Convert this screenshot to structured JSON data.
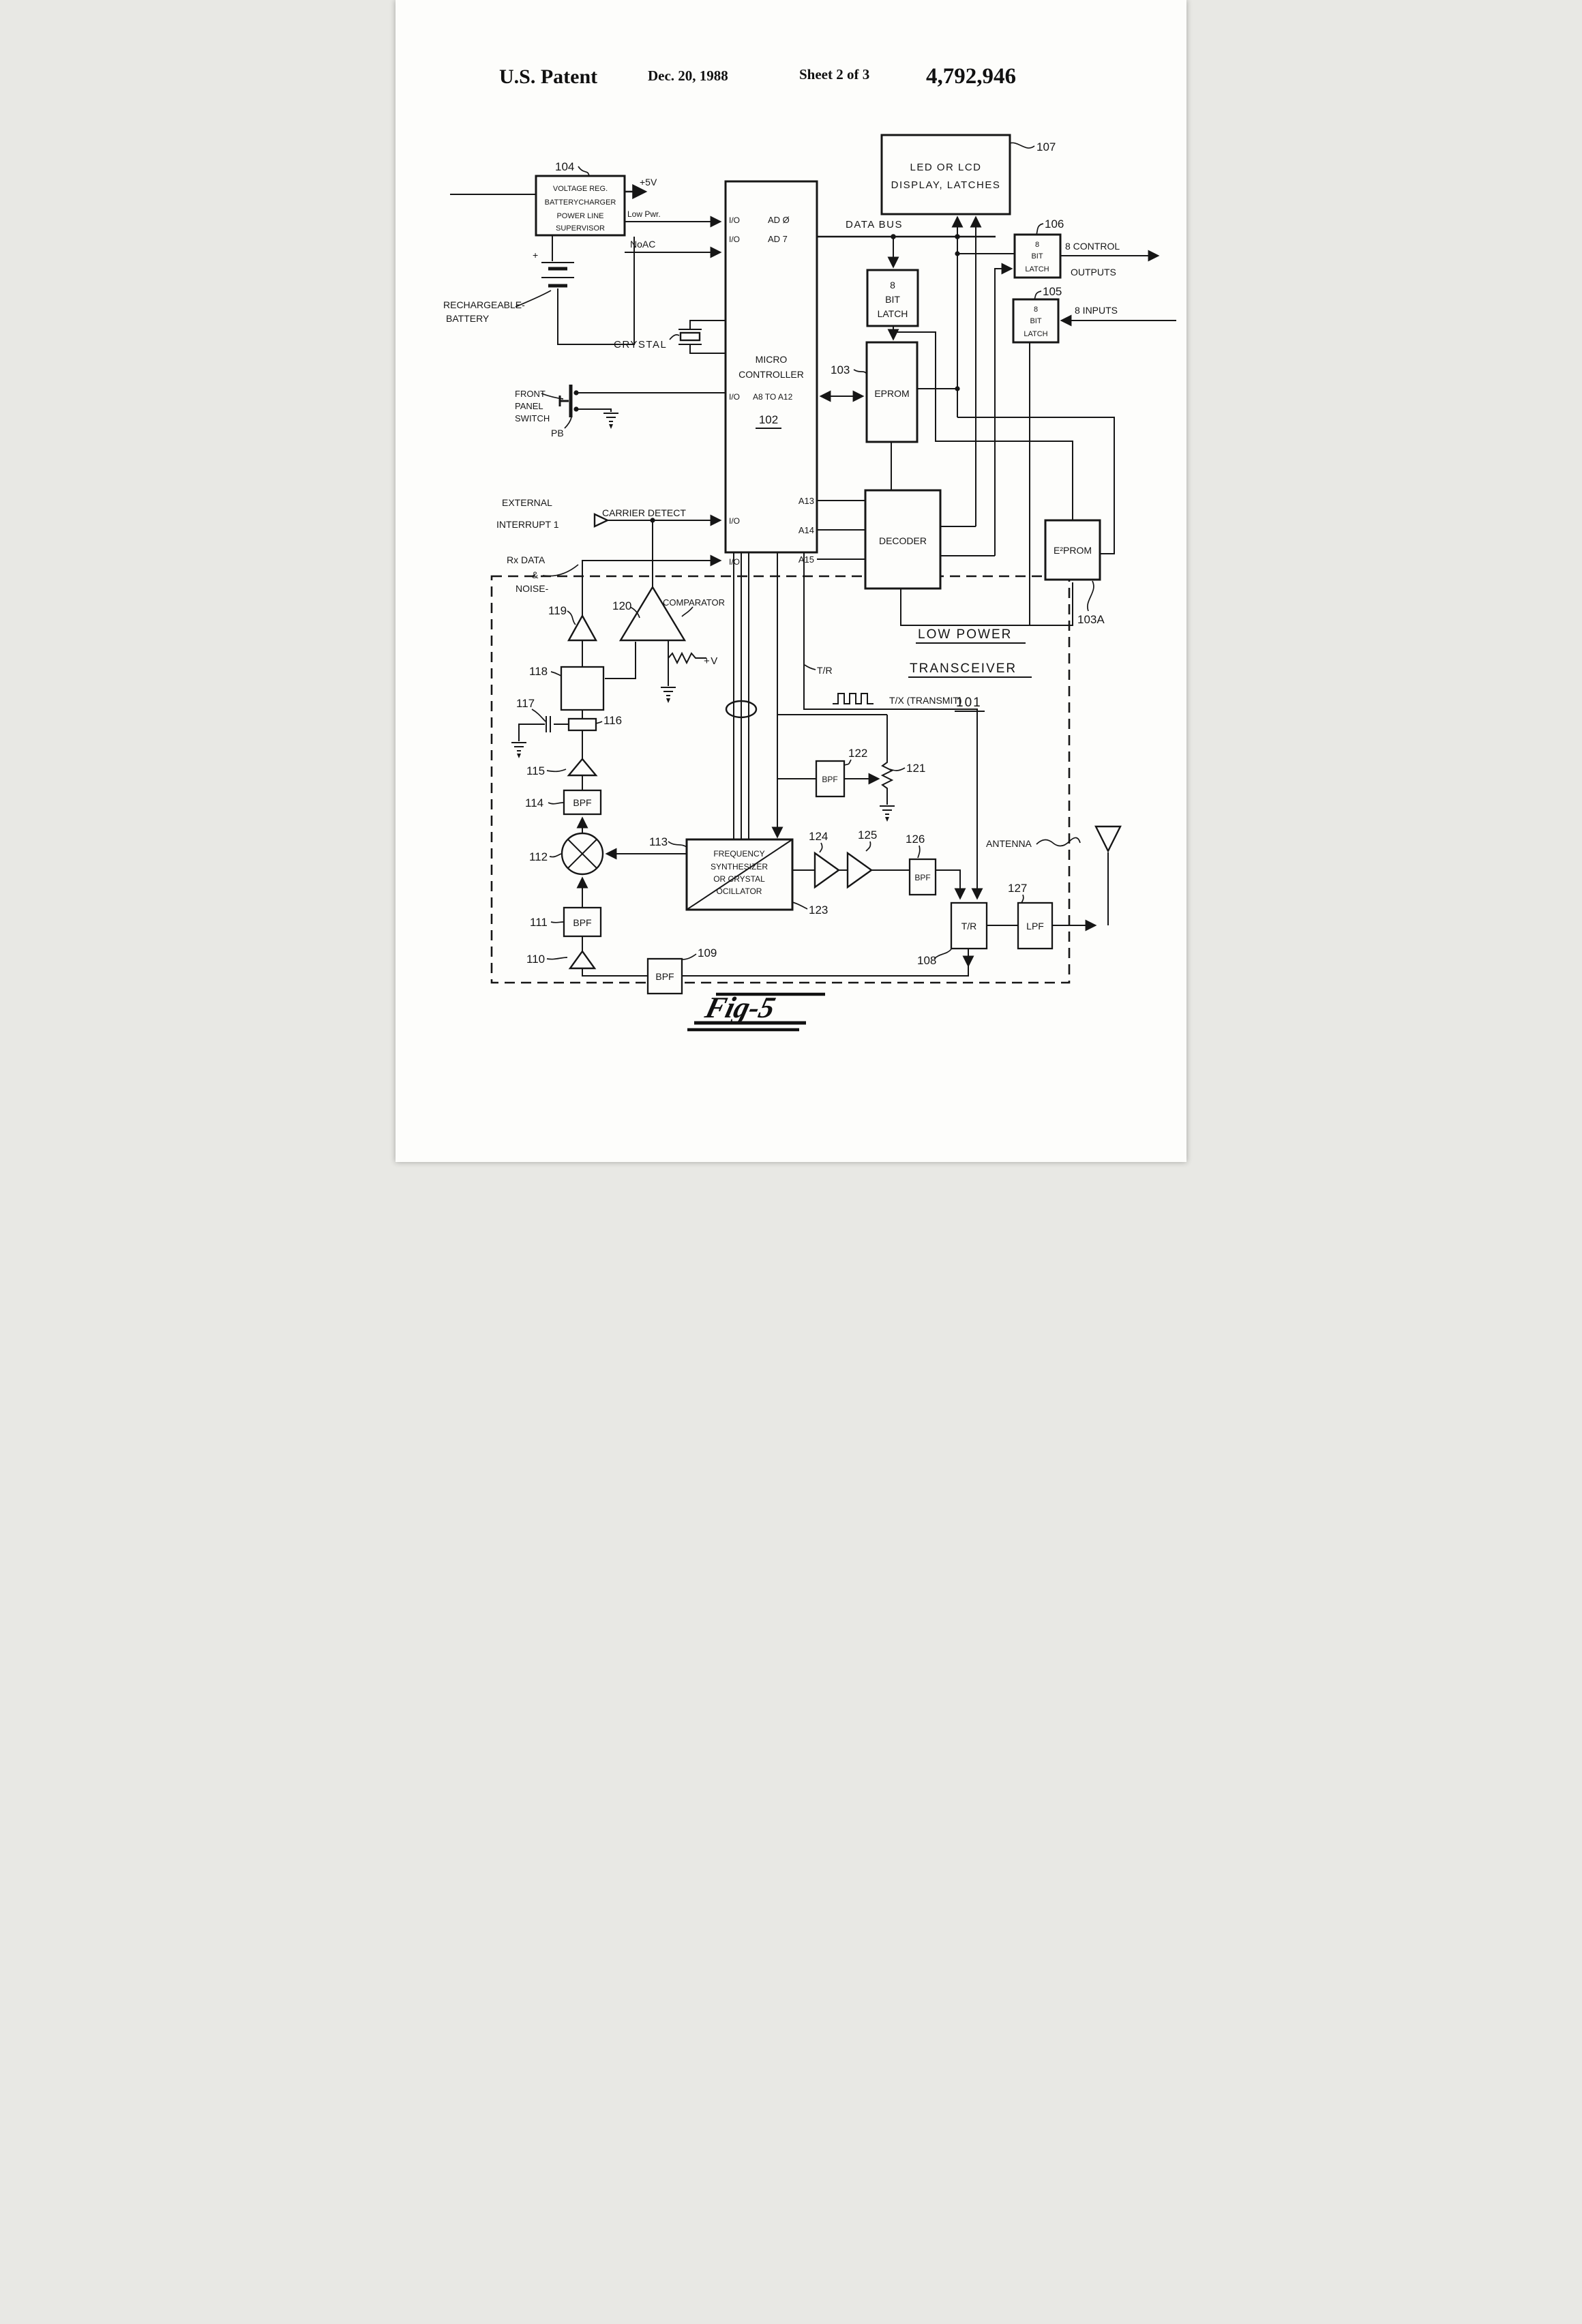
{
  "header": {
    "title": "U.S. Patent",
    "date": "Dec. 20, 1988",
    "sheet": "Sheet 2 of 3",
    "number": "4,792,946"
  },
  "figure_label": "Fig-5",
  "blocks": {
    "voltage_reg": {
      "lines": [
        "VOLTAGE REG.",
        "BATTERYCHARGER",
        "POWER LINE",
        "SUPERVISOR"
      ]
    },
    "display": {
      "lines": [
        "LED OR LCD",
        "DISPLAY, LATCHES"
      ]
    },
    "latch": {
      "lines": [
        "8",
        "BIT",
        "LATCH"
      ]
    },
    "micro": {
      "lines": [
        "MICRO",
        "CONTROLLER"
      ],
      "pins": {
        "io": "I/O",
        "ad0": "AD Ø",
        "ad7": "AD 7",
        "a8a12": "A8 TO A12",
        "a13": "A13",
        "a14": "A14",
        "a15": "A15"
      }
    },
    "eprom": "EPROM",
    "decoder": "DECODER",
    "e2prom": "E²PROM",
    "synth": {
      "lines": [
        "FREQUENCY",
        "SYNTHESIZER",
        "OR CRYSTAL",
        "OCILLATOR"
      ]
    },
    "bpf": "BPF",
    "lpf": "LPF",
    "tr": "T/R"
  },
  "signals": {
    "plus5v": "+5V",
    "low_pwr": "Low Pwr.",
    "noac": "NoAC",
    "data_bus": "DATA BUS",
    "control_out_1": "8 CONTROL",
    "control_out_2": "OUTPUTS",
    "inputs_8": "8 INPUTS",
    "carrier_detect": "CARRIER DETECT",
    "external_1": "EXTERNAL",
    "external_2": "INTERRUPT 1",
    "rx_1": "Rx DATA",
    "rx_2": "&",
    "rx_3": "NOISE-",
    "front_1": "FRONT",
    "front_2": "PANEL",
    "front_3": "SWITCH",
    "pb": "PB",
    "battery_1": "RECHARGEABLE-",
    "battery_2": "BATTERY",
    "crystal": "CRYSTAL",
    "antenna": "ANTENNA",
    "tx": "T/X (TRANSMIT)",
    "tr": "T/R",
    "plus_v": "+V",
    "comparator": "COMPARATOR",
    "low_power_1": "LOW POWER",
    "low_power_2": "TRANSCEIVER"
  },
  "refs": {
    "101": "101",
    "102": "102",
    "103": "103",
    "103A": "103A",
    "104": "104",
    "105": "105",
    "106": "106",
    "107": "107",
    "108": "108",
    "109": "109",
    "110": "110",
    "111": "111",
    "112": "112",
    "113": "113",
    "114": "114",
    "115": "115",
    "116": "116",
    "117": "117",
    "118": "118",
    "119": "119",
    "120": "120",
    "121": "121",
    "122": "122",
    "123": "123",
    "124": "124",
    "125": "125",
    "126": "126",
    "127": "127"
  }
}
